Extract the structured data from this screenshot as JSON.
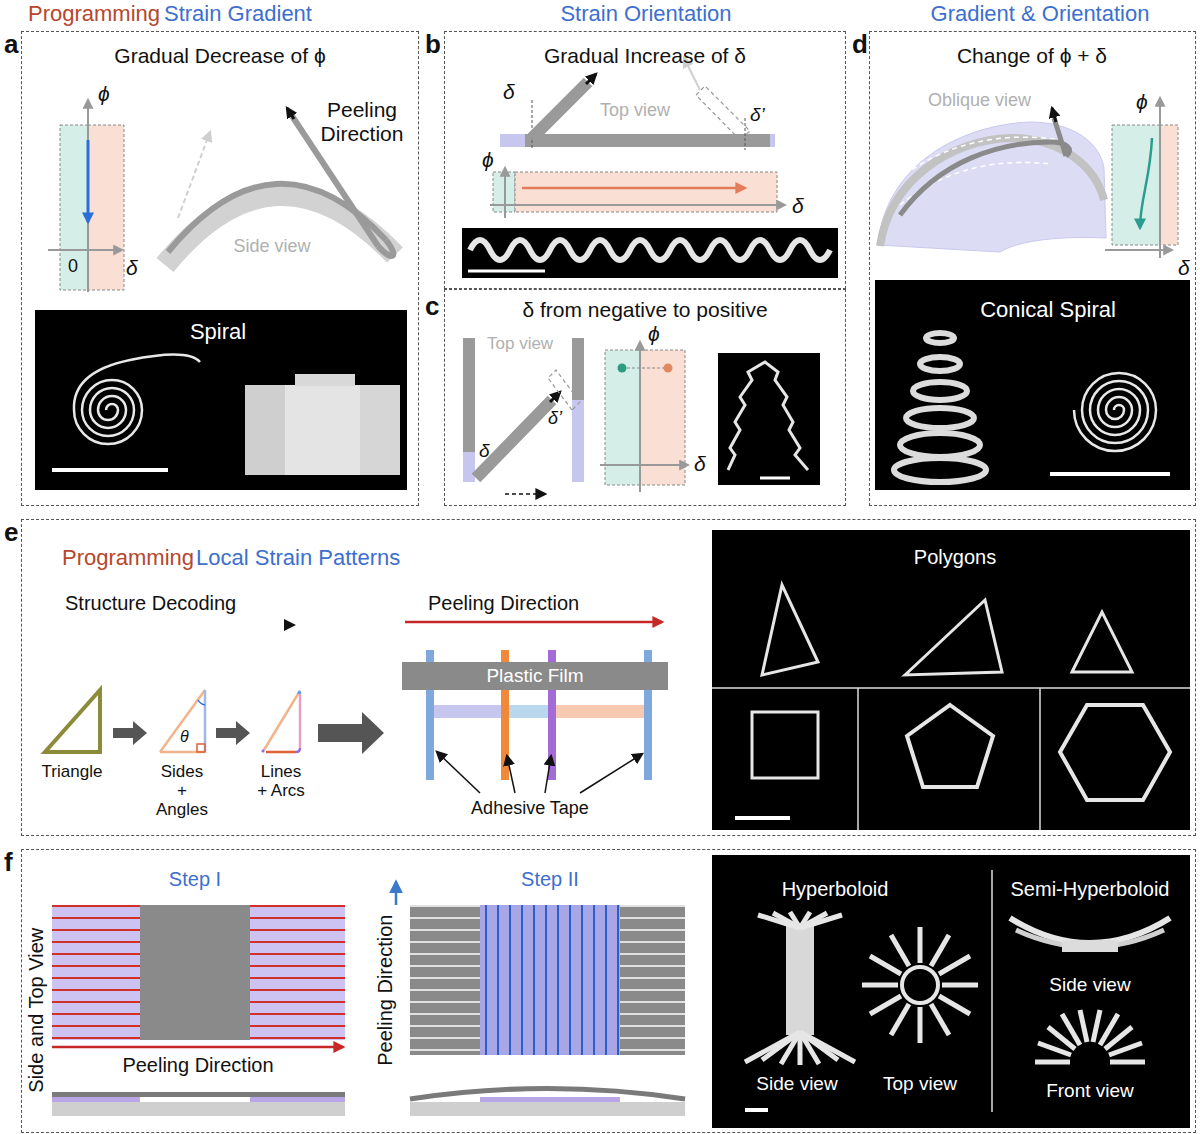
{
  "diagram": {
    "nodes": [
      {
        "text": [
          "a",
          "Gradual Decrease of ϕ"
        ]
      },
      {
        "text": [
          "Spiral"
        ],
        "in": 0
      },
      {
        "text": [
          "b",
          "Gradual Increase of δ"
        ]
      },
      {
        "text": [
          "c",
          "δ from negative to positive"
        ]
      },
      {
        "text": [
          "d",
          "Change of ϕ + δ"
        ]
      },
      {
        "text": [
          "Conical Spiral"
        ],
        "in": 4
      },
      {
        "text": [
          "e",
          "Programming",
          "Local Strain Patterns"
        ]
      },
      {
        "text": [
          "Plastic Film"
        ],
        "in": 6
      },
      {
        "text": [
          "Polygons"
        ],
        "in": 6
      },
      {
        "text": [
          "f"
        ]
      },
      {
        "text": [
          "Hyperboloid",
          "Side view",
          "Top view",
          "Semi-Hyperboloid",
          "Side view",
          "Front view"
        ],
        "in": 9
      }
    ],
    "labels": [
      "Programming",
      "Strain Gradient",
      "Strain Orientation",
      "Gradient & Orientation",
      "ϕ",
      "0",
      "δ",
      "Peeling Direction",
      "Side view",
      "δ",
      "Top view",
      "δ’",
      "ϕ",
      "δ",
      "Top view",
      "δ",
      "δ’",
      "ϕ",
      "δ",
      "Oblique view",
      "ϕ",
      "δ",
      "Structure Decoding",
      "Peeling Direction",
      "Triangle",
      "Sides + Angles",
      "θ",
      "Lines + Arcs",
      "Adhesive Tape",
      "Step I",
      "Step II",
      "Side and Top View",
      "Peeling Direction",
      "Peeling Direction"
    ]
  }
}
